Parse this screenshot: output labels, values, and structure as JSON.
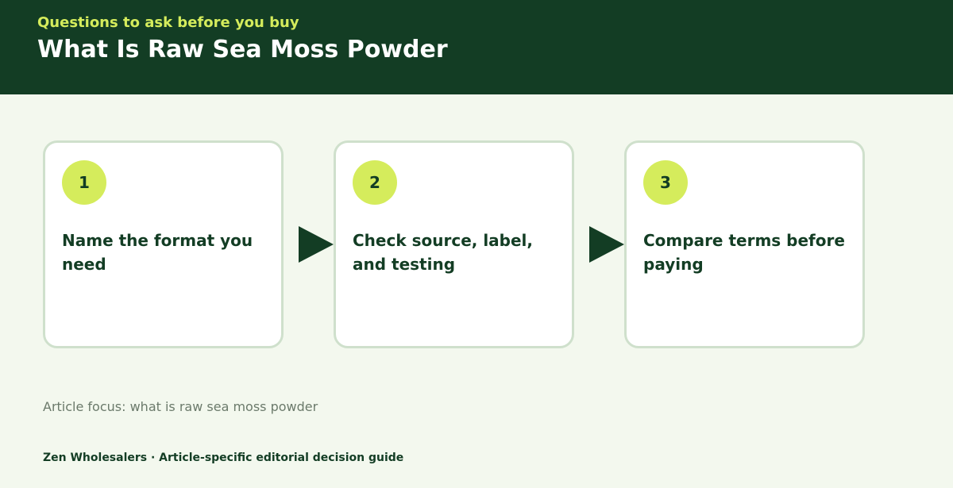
{
  "header": {
    "eyebrow": "Questions to ask before you buy",
    "title": "What Is Raw Sea Moss Powder"
  },
  "steps": [
    {
      "number": "1",
      "text": "Name the format you need"
    },
    {
      "number": "2",
      "text": "Check source, label, and testing"
    },
    {
      "number": "3",
      "text": "Compare terms before paying"
    }
  ],
  "focus_text": "Article focus: what is raw sea moss powder",
  "footer_text": "Zen Wholesalers · Article-specific editorial decision guide",
  "colors": {
    "header_bg": "#133d24",
    "accent": "#d5ec5c",
    "page_bg": "#f3f8ee",
    "card_border": "#cfe0cc"
  }
}
